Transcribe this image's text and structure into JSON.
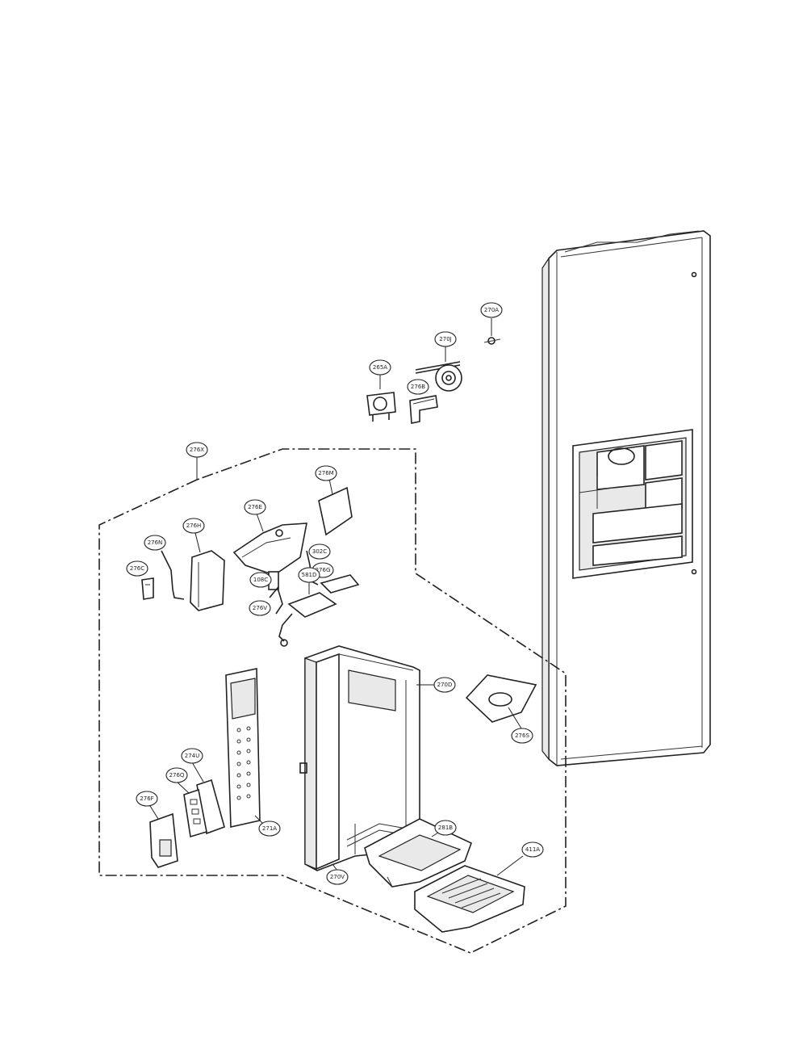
{
  "callouts": [
    {
      "id": "c-276a",
      "label": "270A"
    },
    {
      "id": "c-270-1",
      "label": "270J"
    },
    {
      "id": "c-265a",
      "label": "265A"
    },
    {
      "id": "c-276b",
      "label": "276B"
    },
    {
      "id": "c-276x",
      "label": "276X"
    },
    {
      "id": "c-276m",
      "label": "276M"
    },
    {
      "id": "c-276e",
      "label": "276E"
    },
    {
      "id": "c-276h",
      "label": "276H"
    },
    {
      "id": "c-276n",
      "label": "276N"
    },
    {
      "id": "c-276c",
      "label": "276C"
    },
    {
      "id": "c-302c",
      "label": "302C"
    },
    {
      "id": "c-276g",
      "label": "276G"
    },
    {
      "id": "c-108c",
      "label": "108C"
    },
    {
      "id": "c-276v",
      "label": "276V"
    },
    {
      "id": "c-581d",
      "label": "581D"
    },
    {
      "id": "c-270d",
      "label": "270D"
    },
    {
      "id": "c-276s",
      "label": "276S"
    },
    {
      "id": "c-274u",
      "label": "274U"
    },
    {
      "id": "c-276q",
      "label": "276Q"
    },
    {
      "id": "c-276f",
      "label": "276F"
    },
    {
      "id": "c-271a",
      "label": "271A"
    },
    {
      "id": "c-281b",
      "label": "281B"
    },
    {
      "id": "c-270v",
      "label": "270V"
    },
    {
      "id": "c-411a",
      "label": "411A"
    }
  ]
}
